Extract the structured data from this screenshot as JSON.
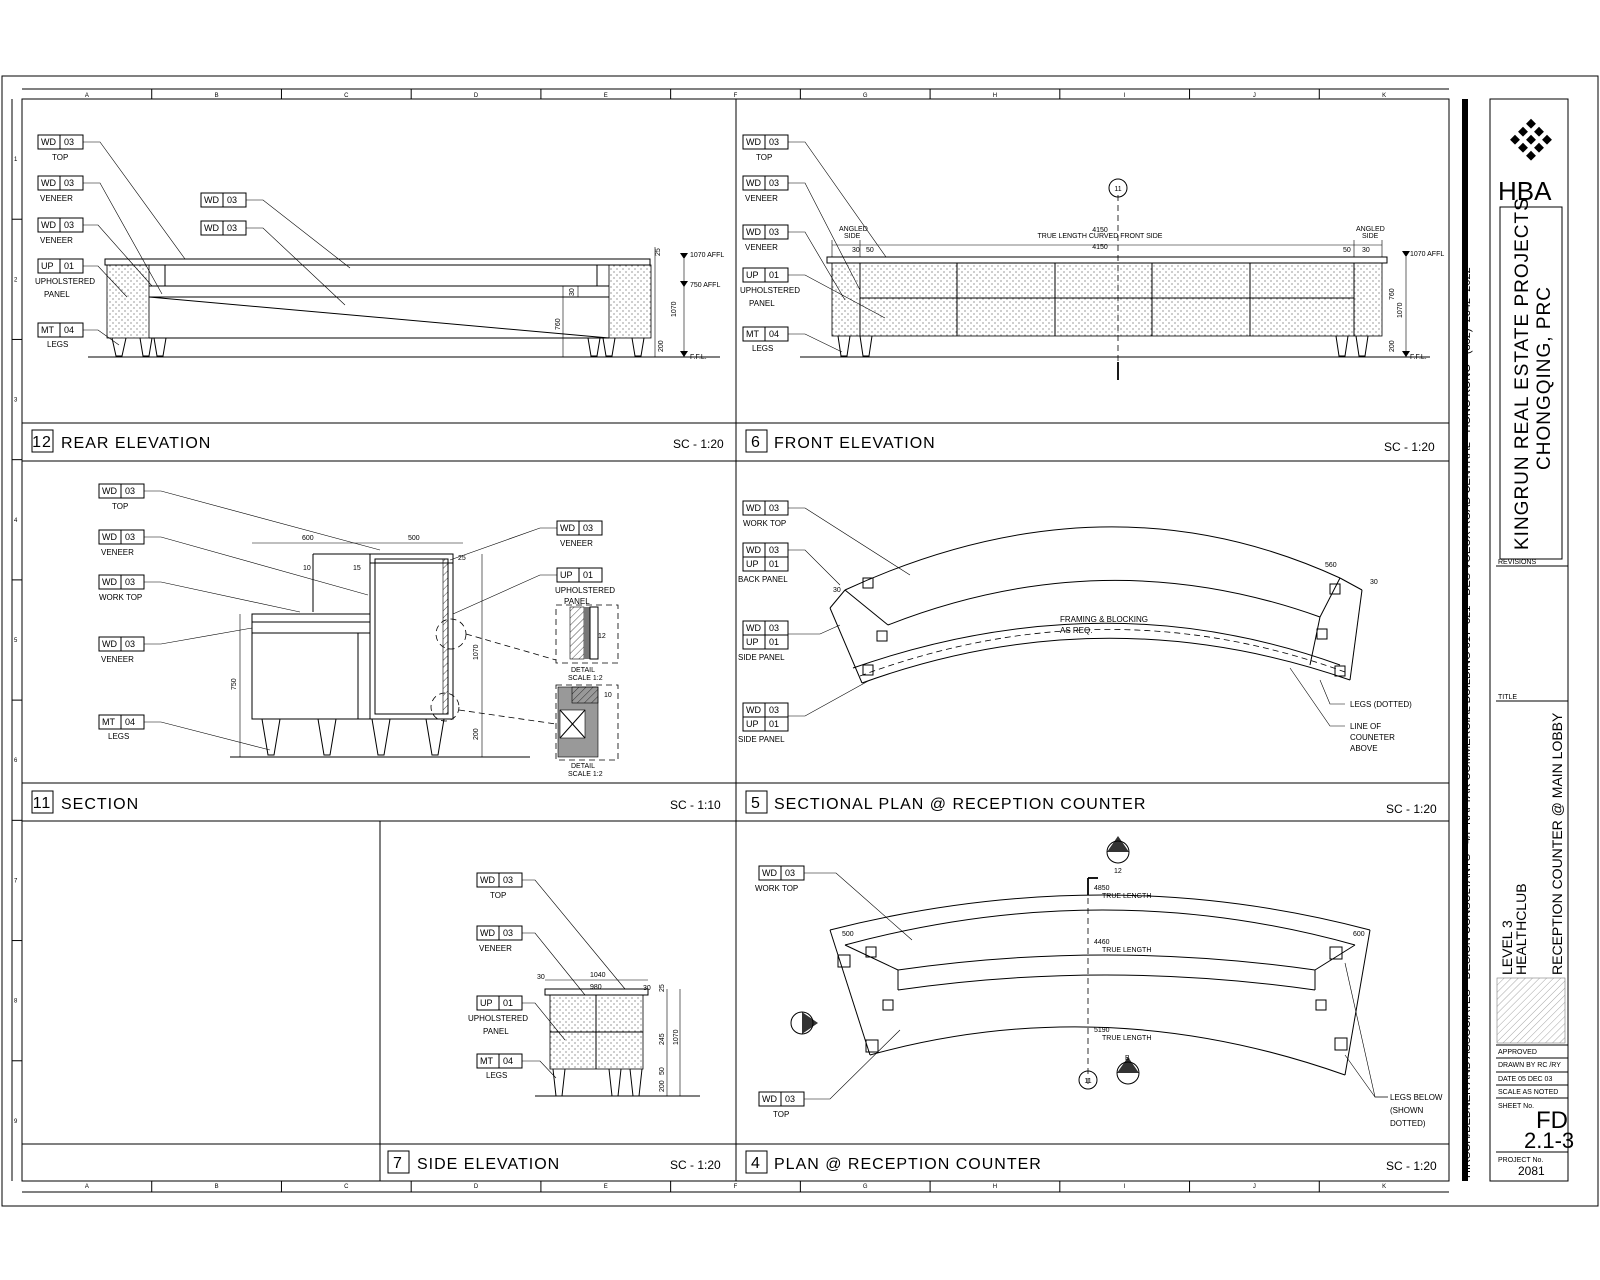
{
  "grid": {
    "columns": [
      "A",
      "B",
      "C",
      "D",
      "E",
      "F",
      "G",
      "H",
      "I",
      "J",
      "K"
    ],
    "rows": [
      "1",
      "2",
      "3",
      "4",
      "5",
      "6",
      "7",
      "8",
      "9"
    ]
  },
  "panels": {
    "p12": {
      "number": "12",
      "title": "REAR ELEVATION",
      "scale": "SC - 1:20"
    },
    "p6": {
      "number": "6",
      "title": "FRONT ELEVATION",
      "scale": "SC - 1:20"
    },
    "p11": {
      "number": "11",
      "title": "SECTION",
      "scale": "SC - 1:10"
    },
    "p5": {
      "number": "5",
      "title": "SECTIONAL PLAN @ RECEPTION COUNTER",
      "scale": "SC - 1:20"
    },
    "p7": {
      "number": "7",
      "title": "SIDE ELEVATION",
      "scale": "SC - 1:20"
    },
    "p4": {
      "number": "4",
      "title": "PLAN @ RECEPTION COUNTER",
      "scale": "SC - 1:20"
    }
  },
  "tags": {
    "wd": "WD",
    "up": "UP",
    "mt": "MT",
    "n01": "01",
    "n03": "03",
    "n04": "04"
  },
  "labels": {
    "top": "TOP",
    "veneer": "VENEER",
    "upholstered": "UPHOLSTERED",
    "panel": "PANEL",
    "legs": "LEGS",
    "work_top": "WORK TOP",
    "back_panel": "BACK PANEL",
    "side_panel": "SIDE PANEL",
    "framing1": "FRAMING & BLOCKING",
    "framing2": "AS REQ.",
    "legs_dotted": "LEGS (DOTTED)",
    "line_of": "LINE OF",
    "counter": "COUNETER",
    "above": "ABOVE",
    "legs_below": "LEGS BELOW",
    "shown": "(SHOWN",
    "dotted": "DOTTED)",
    "detail": "DETAIL",
    "detail_scale": "SCALE 1:2",
    "angled_side": "ANGLED",
    "side": "SIDE",
    "true_length_curved": "TRUE LENGTH CURVED FRONT SIDE",
    "true_length": "TRUE LENGTH",
    "ffl": "F.F.L.",
    "afl1070": "1070 AFFL",
    "afl750": "750 AFFL"
  },
  "dims": {
    "d4150": "4150",
    "d30": "30",
    "d50": "50",
    "d760": "760",
    "d200": "200",
    "d1070": "1070",
    "d25": "25",
    "d600": "600",
    "d500": "500",
    "d15": "15",
    "d10": "10",
    "d750": "750",
    "d1040": "1040",
    "d980": "980",
    "d245": "245",
    "d4850": "4850",
    "d4460": "4460",
    "d5190": "5190",
    "d12": "12",
    "d560": "560",
    "sec11": "11",
    "secA": "A",
    "secB": "B",
    "sec12": "12"
  },
  "vertical_strip": "HIRSCH/BEDNER AND ASSOCIATES  ▪ DESIGN CONSULTANTS  ▪ 4/F KAI TAK COMMERCIAL BUILDING 317–321  ▪ DES VOEUX ROAD CENTRAL  ▪ HONG KONG  ▪ (852)–2542–2022",
  "title_block": {
    "logo": "HBA",
    "project_line1": "KINGRUN REAL ESTATE PROJECTS",
    "project_line2": "CHONGQING, PRC",
    "revisions": "REVISIONS",
    "title_label": "TITLE",
    "title_line1": "LEVEL 3",
    "title_line2": "HEALTHCLUB",
    "title_line3": "RECEPTION COUNTER @ MAIN LOBBY",
    "approved": "APPROVED",
    "drawn_by": "DRAWN BY  RC /RY",
    "date": "DATE  05 DEC 03",
    "scale": "SCALE  AS NOTED",
    "sheet_no_label": "SHEET No.",
    "sheet_code": "FD",
    "sheet_number": "2.1-3",
    "project_no_label": "PROJECT No.",
    "project_no": "2081"
  }
}
